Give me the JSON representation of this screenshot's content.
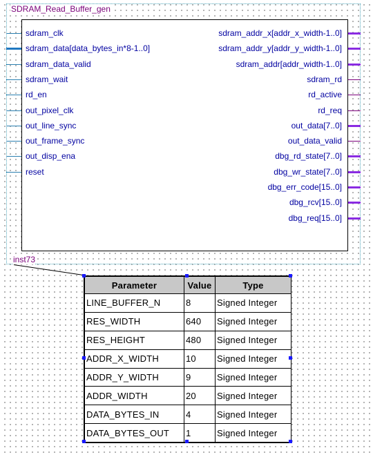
{
  "symbol": {
    "title": "SDRAM_Read_Buffer_gen",
    "instance": "inst73",
    "inputs": [
      {
        "label": "sdram_clk",
        "bus": false
      },
      {
        "label": "sdram_data[data_bytes_in*8-1..0]",
        "bus": true
      },
      {
        "label": "sdram_data_valid",
        "bus": false
      },
      {
        "label": "sdram_wait",
        "bus": false
      },
      {
        "label": "rd_en",
        "bus": false
      },
      {
        "label": "out_pixel_clk",
        "bus": false
      },
      {
        "label": "out_line_sync",
        "bus": false
      },
      {
        "label": "out_frame_sync",
        "bus": false
      },
      {
        "label": "out_disp_ena",
        "bus": false
      },
      {
        "label": "reset",
        "bus": false
      }
    ],
    "outputs": [
      {
        "label": "sdram_addr_x[addr_x_width-1..0]",
        "bus": true
      },
      {
        "label": "sdram_addr_y[addr_y_width-1..0]",
        "bus": true
      },
      {
        "label": "sdram_addr[addr_width-1..0]",
        "bus": true
      },
      {
        "label": "sdram_rd",
        "bus": false
      },
      {
        "label": "rd_active",
        "bus": false
      },
      {
        "label": "rd_req",
        "bus": false
      },
      {
        "label": "out_data[7..0]",
        "bus": true
      },
      {
        "label": "out_data_valid",
        "bus": false
      },
      {
        "label": "dbg_rd_state[7..0]",
        "bus": true
      },
      {
        "label": "dbg_wr_state[7..0]",
        "bus": true
      },
      {
        "label": "dbg_err_code[15..0]",
        "bus": true
      },
      {
        "label": "dbg_rcv[15..0]",
        "bus": true
      },
      {
        "label": "dbg_req[15..0]",
        "bus": true
      }
    ]
  },
  "param_table": {
    "headers": [
      "Parameter",
      "Value",
      "Type"
    ],
    "rows": [
      [
        "LINE_BUFFER_N",
        "8",
        "Signed Integer"
      ],
      [
        "RES_WIDTH",
        "640",
        "Signed Integer"
      ],
      [
        "RES_HEIGHT",
        "480",
        "Signed Integer"
      ],
      [
        "ADDR_X_WIDTH",
        "10",
        "Signed Integer"
      ],
      [
        "ADDR_Y_WIDTH",
        "9",
        "Signed Integer"
      ],
      [
        "ADDR_WIDTH",
        "20",
        "Signed Integer"
      ],
      [
        "DATA_BYTES_IN",
        "4",
        "Signed Integer"
      ],
      [
        "DATA_BYTES_OUT",
        "1",
        "Signed Integer"
      ]
    ]
  },
  "colors": {
    "input_wire": "#2a7fb0",
    "output_wire": "#7a007a",
    "port_text": "#0000a0",
    "title_text": "#7a007a",
    "handle": "#1a1aff"
  }
}
